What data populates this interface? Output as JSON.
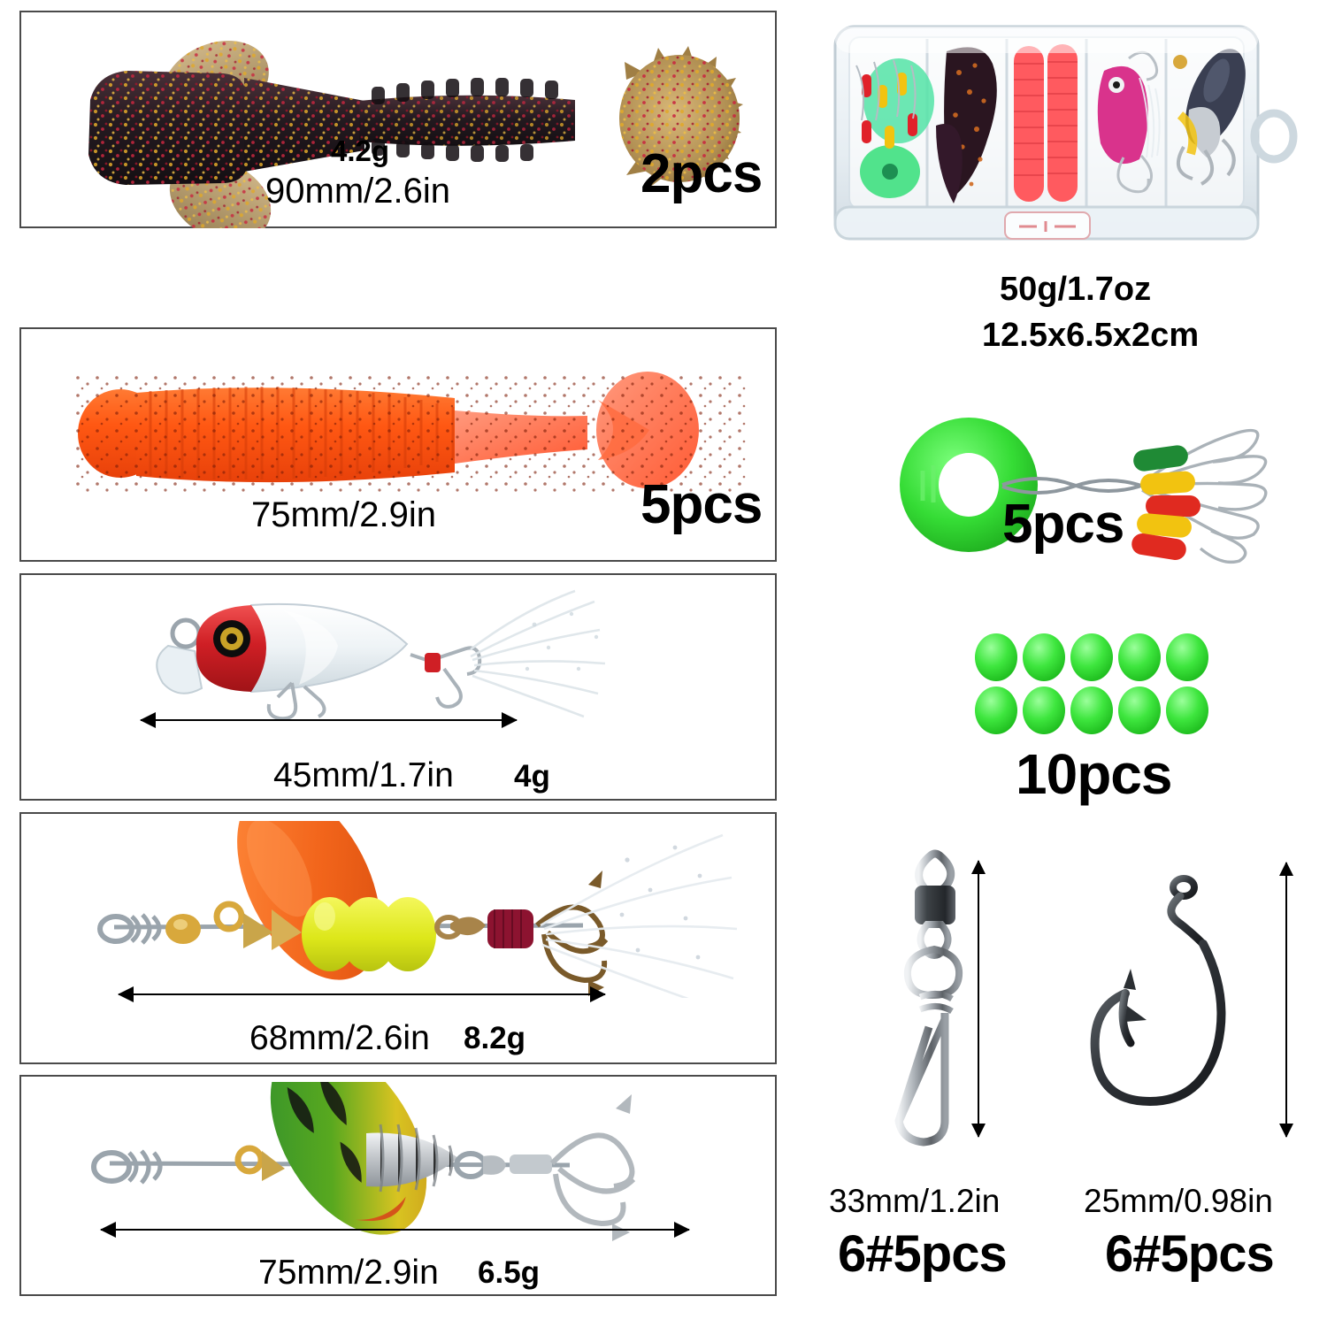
{
  "product": {
    "type": "fishing-lure-kit-infographic",
    "background": "#ffffff",
    "frame_color": "#4a4a4a"
  },
  "panels": [
    {
      "id": "frog-craw-soft-bait",
      "item_name": "glitter-soft-craw-lure",
      "weight": "4.2g",
      "size": "90mm/2.6in",
      "quantity": "2pcs",
      "colors": {
        "body": "#2c1d22",
        "glitter_gold": "#d8a52a",
        "glitter_red": "#c2243a",
        "fins": "#c9a96a"
      }
    },
    {
      "id": "orange-paddle-tail-grub",
      "item_name": "ribbed-paddle-tail-soft-bait",
      "weight": "",
      "size": "75mm/2.9in",
      "quantity": "5pcs",
      "colors": {
        "body": "#ff5a18",
        "tail": "#ff7a5c",
        "speck": "#8a1f07"
      }
    },
    {
      "id": "red-crankbait",
      "item_name": "crankbait-hard-lure",
      "weight": "4g",
      "size": "45mm/1.7in",
      "quantity": "",
      "colors": {
        "head": "#d4262a",
        "body": "#e9eef2",
        "eye": "#c9a227",
        "feather": "#f2f2f2"
      }
    },
    {
      "id": "orange-blade-spinner",
      "item_name": "inline-spinner-orange-blade",
      "weight": "8.2g",
      "size": "68mm/2.6in",
      "quantity": "",
      "colors": {
        "blade": "#f2661c",
        "beads": "#e2e81a",
        "thread": "#8c1330",
        "hook": "#7a5a2a"
      }
    },
    {
      "id": "perch-blade-spinner",
      "item_name": "inline-spinner-perch-blade",
      "weight": "6.5g",
      "size": "75mm/2.9in",
      "quantity": "",
      "colors": {
        "blade_green": "#2f8f2e",
        "blade_yellow": "#d8c321",
        "blade_orange": "#d4541a",
        "body": "#b9bcc0"
      }
    }
  ],
  "side_items": [
    {
      "id": "tackle-box",
      "item_name": "five-compartment-tackle-box",
      "weight": "50g/1.7oz",
      "size": "12.5x6.5x2cm",
      "quantity": "",
      "compartments": 5,
      "colors": {
        "shell": "#eef2f5",
        "shell_edge": "#cfd8de"
      }
    },
    {
      "id": "bobber-stops",
      "item_name": "rubber-bobber-stopper-set",
      "quantity": "5pcs",
      "stop_colors": [
        "#1f8a35",
        "#f2c310",
        "#e02a20",
        "#f2c310",
        "#e02a20"
      ],
      "disc_color": "#3fe03f"
    },
    {
      "id": "luminous-beads",
      "item_name": "luminous-oval-fishing-beads",
      "quantity": "10pcs",
      "rows": 2,
      "per_row": 5,
      "color": "#3ee63e"
    },
    {
      "id": "snap-swivel",
      "item_name": "rolling-snap-swivel",
      "size": "33mm/1.2in",
      "quantity": "6#5pcs",
      "color": "#6d6f72"
    },
    {
      "id": "offset-worm-hook",
      "item_name": "offset-wide-gap-worm-hook",
      "size": "25mm/0.98in",
      "quantity": "6#5pcs",
      "color": "#3b3b3e"
    }
  ]
}
